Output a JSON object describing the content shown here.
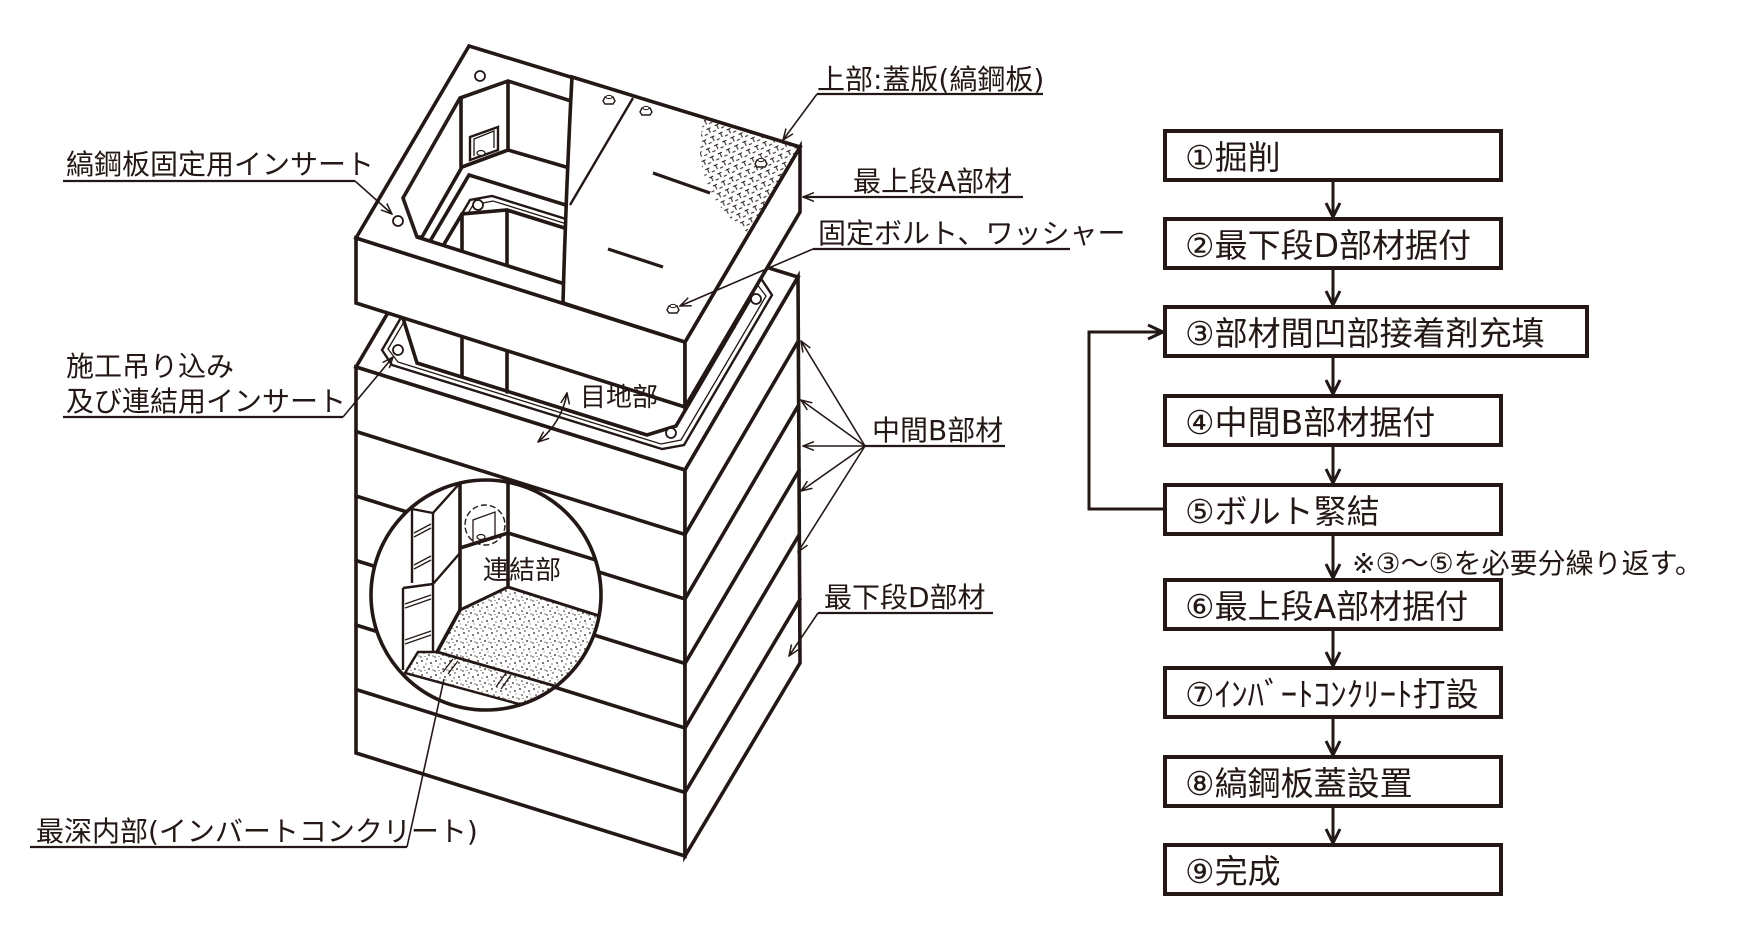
{
  "diagram": {
    "title": "Manhole segment assembly (isometric)",
    "labels": {
      "lid": "上部:蓋版(縞鋼板)",
      "checker_plate_insert": "縞鋼板固定用インサート",
      "top_member_a": "最上段A部材",
      "fixing_bolt_washer": "固定ボルト、ワッシャー",
      "lifting_insert_line1": "施工吊り込み",
      "lifting_insert_line2": "及び連結用インサート",
      "joint": "目地部",
      "middle_member_b": "中間B部材",
      "connection": "連結部",
      "bottom_member_d": "最下段D部材",
      "invert_concrete": "最深内部(インバートコンクリート)"
    }
  },
  "flowchart": {
    "steps": [
      {
        "label": "①掘削"
      },
      {
        "label": "②最下段D部材据付"
      },
      {
        "label": "③部材間凹部接着剤充填"
      },
      {
        "label": "④中間B部材据付"
      },
      {
        "label": "⑤ボルト緊結"
      },
      {
        "label": "⑥最上段A部材据付"
      },
      {
        "label": "⑦ｲﾝﾊﾞｰﾄｺﾝｸﾘｰﾄ打設"
      },
      {
        "label": "⑧縞鋼板蓋設置"
      },
      {
        "label": "⑨完成"
      }
    ],
    "note": "※③～⑤を必要分繰り返す。"
  },
  "colors": {
    "ink": "#231815",
    "background": "#ffffff"
  }
}
